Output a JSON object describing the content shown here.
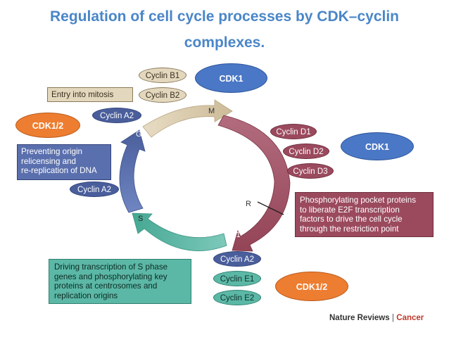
{
  "title": {
    "line1": "Regulation of cell cycle processes by CDK–cyclin",
    "line2": "complexes."
  },
  "cycle": {
    "phase_m": "M",
    "phase_g2": "G2",
    "phase_s": "S",
    "phase_g1": "G1",
    "restriction_point": "R"
  },
  "cyclins": {
    "b1": "Cyclin B1",
    "b2": "Cyclin B2",
    "a2_g2": "Cyclin A2",
    "a2_s": "Cyclin A2",
    "d1": "Cyclin D1",
    "d2": "Cyclin D2",
    "d3": "Cyclin D3",
    "a2_g1": "Cyclin A2",
    "e1": "Cyclin E1",
    "e2": "Cyclin E2"
  },
  "cdk_labels": {
    "top": "CDK1",
    "left": "CDK1/2",
    "right": "CDK1",
    "bottom": "CDK1/2"
  },
  "process_boxes": {
    "mitosis": "Entry into mitosis",
    "origin_lines": [
      "Preventing origin",
      "relicensing and",
      "re-replication of DNA"
    ],
    "pocket_lines": [
      "Phosphorylating pocket proteins",
      "to liberate E2F transcription",
      "factors to drive the cell cycle",
      "through the restriction point"
    ],
    "s_phase_lines": [
      "Driving transcription of S phase",
      "genes and phosphorylating key",
      "proteins at centrosomes and",
      "replication origins"
    ]
  },
  "source": {
    "journal": "Nature Reviews",
    "separator": "|",
    "section": "Cancer"
  },
  "colors": {
    "title": "#4a86c8",
    "m_phase": "#d6c7a8",
    "g1_phase": "#a5586b",
    "s_phase": "#5cb8a6",
    "g2_phase": "#5d71ad",
    "cdk_blue": "#4a78c6",
    "cdk_orange": "#ed7d31"
  }
}
